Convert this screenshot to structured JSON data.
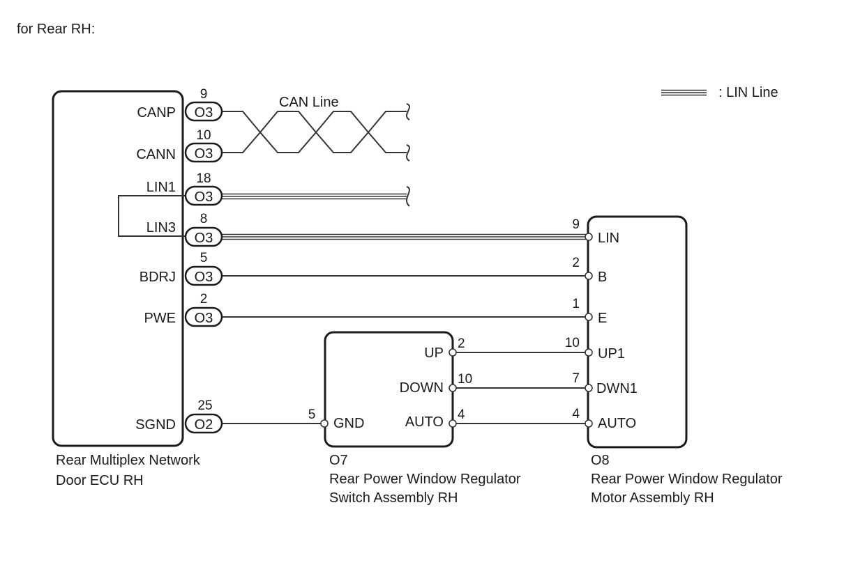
{
  "heading": "for Rear RH:",
  "legend": {
    "label": ": LIN Line"
  },
  "can_label": "CAN Line",
  "ecu": {
    "connector": "O3",
    "pins": [
      {
        "name": "CANP",
        "num": "9",
        "conn": "O3"
      },
      {
        "name": "CANN",
        "num": "10",
        "conn": "O3"
      },
      {
        "name": "LIN1",
        "num": "18",
        "conn": "O3"
      },
      {
        "name": "LIN3",
        "num": "8",
        "conn": "O3"
      },
      {
        "name": "BDRJ",
        "num": "5",
        "conn": "O3"
      },
      {
        "name": "PWE",
        "num": "2",
        "conn": "O3"
      },
      {
        "name": "SGND",
        "num": "25",
        "conn": "O2"
      }
    ],
    "caption_line1": "Rear Multiplex Network",
    "caption_line2": "Door ECU RH"
  },
  "switch": {
    "code": "O7",
    "caption_line1": "Rear Power Window Regulator",
    "caption_line2": "Switch Assembly RH",
    "gnd": {
      "name": "GND",
      "num": "5"
    },
    "pins": [
      {
        "name": "UP",
        "num": "2"
      },
      {
        "name": "DOWN",
        "num": "10"
      },
      {
        "name": "AUTO",
        "num": "4"
      }
    ]
  },
  "motor": {
    "code": "O8",
    "caption_line1": "Rear Power Window Regulator",
    "caption_line2": "Motor Assembly RH",
    "pins": [
      {
        "name": "LIN",
        "num": "9"
      },
      {
        "name": "B",
        "num": "2"
      },
      {
        "name": "E",
        "num": "1"
      },
      {
        "name": "UP1",
        "num": "10"
      },
      {
        "name": "DWN1",
        "num": "7"
      },
      {
        "name": "AUTO",
        "num": "4"
      }
    ]
  }
}
